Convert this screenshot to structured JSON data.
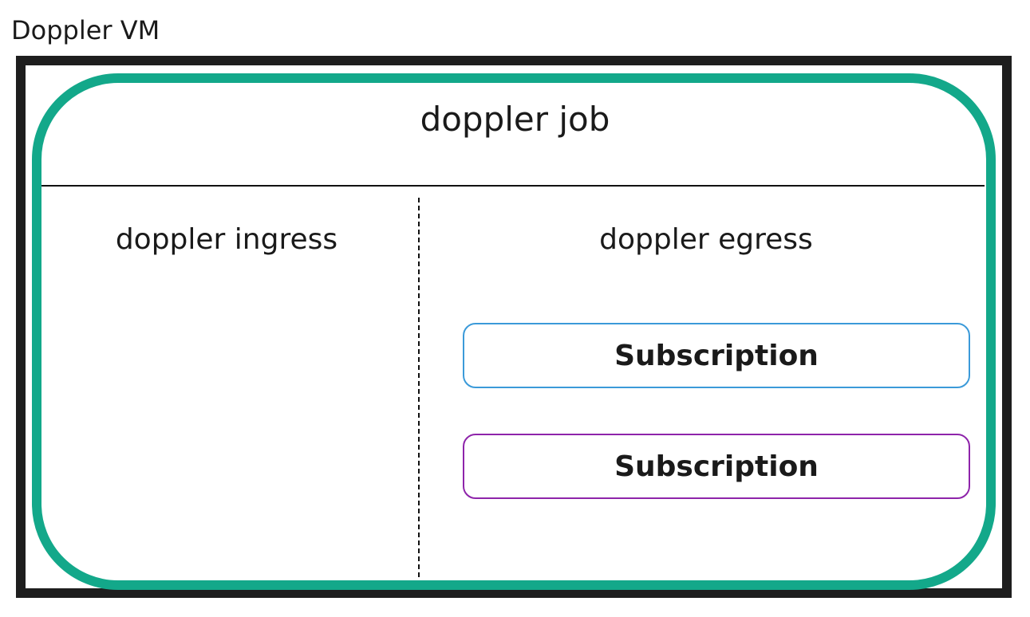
{
  "diagram": {
    "vm": {
      "label": "Doppler VM",
      "border_color": "#1e1e1e"
    },
    "job": {
      "title": "doppler job",
      "border_color": "#13a88a"
    },
    "ingress": {
      "title": "doppler ingress"
    },
    "egress": {
      "title": "doppler egress",
      "subscriptions": [
        {
          "label": "Subscription",
          "border_color": "#3b9ad9"
        },
        {
          "label": "Subscription",
          "border_color": "#8e24aa"
        }
      ]
    }
  }
}
